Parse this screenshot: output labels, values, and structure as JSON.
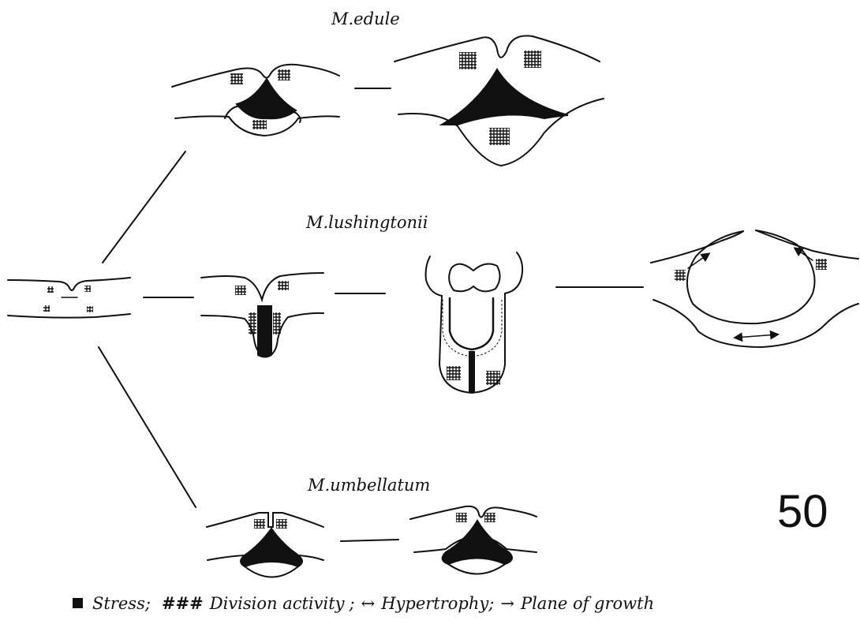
{
  "labels": {
    "edule": "M.edule",
    "lushingtonii": "M.lushingtonii",
    "umbellatum": "M.umbellatum",
    "figure_number": "50"
  },
  "legend": {
    "stress": "Stress",
    "division": "Division activity",
    "hypertrophy": "Hypertrophy",
    "plane": "Plane of growth",
    "separator": ";",
    "hash_symbol": "###",
    "double_arrow_symbol": "↔",
    "arrow_symbol": "→"
  },
  "colors": {
    "ink": "#111111",
    "background": "#ffffff"
  }
}
